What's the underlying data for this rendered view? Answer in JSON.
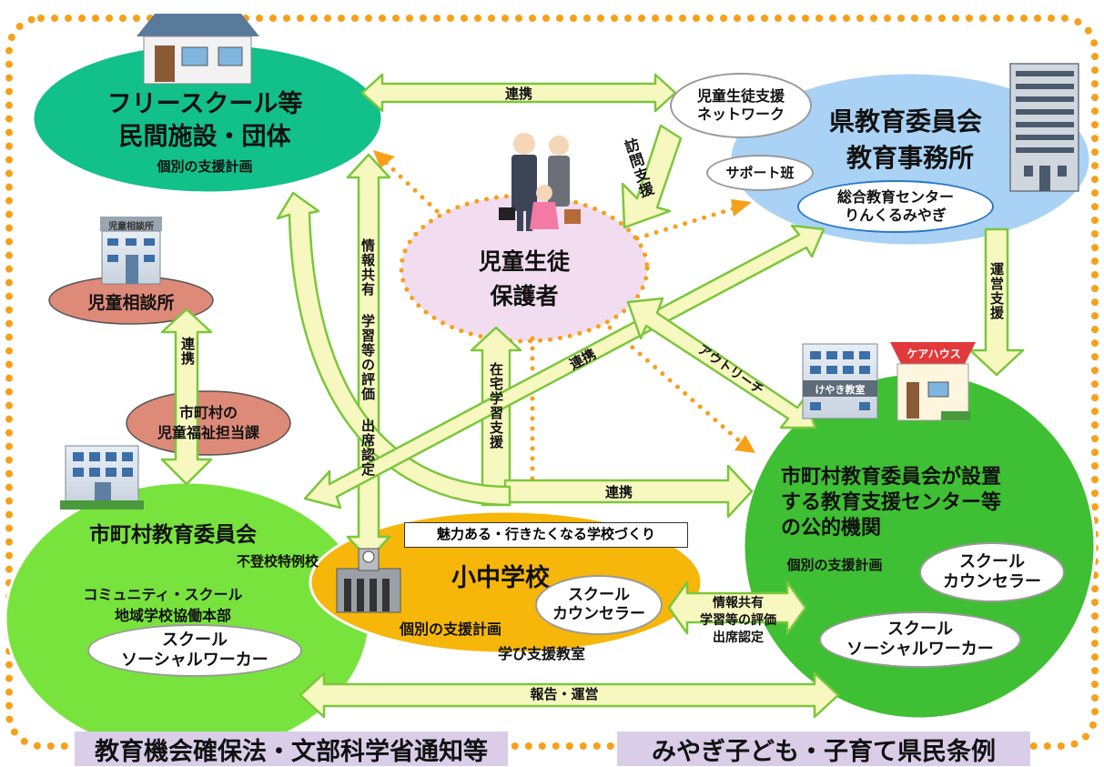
{
  "title_free_school": "フリースクール等",
  "title_free_school_2": "民間施設・団体",
  "free_school_plan": "個別の支援計画",
  "pref_board_line1": "県教育委員会",
  "pref_board_line2": "教育事務所",
  "network_line1": "児童生徒支援",
  "network_line2": "ネットワーク",
  "support_team": "サポート班",
  "edu_center_line1": "総合教育センター",
  "edu_center_line2": "りんくるみやぎ",
  "student_line1": "児童生徒",
  "student_line2": "保護者",
  "child_center": "児童相談所",
  "child_center_sign": "児童相談所",
  "welfare_line1": "市町村の",
  "welfare_line2": "児童福祉担当課",
  "city_board": "市町村教育委員会",
  "futoko_school": "不登校特例校",
  "community_school": "コミュニティ・スクール",
  "regional_hq": "地域学校協働本部",
  "ssw_left_line1": "スクール",
  "ssw_left_line2": "ソーシャルワーカー",
  "school_banner": "魅力ある・行きたくなる学校づくり",
  "school_title": "小中学校",
  "school_counselor_line1": "スクール",
  "school_counselor_line2": "カウンセラー",
  "school_plan": "個別の支援計画",
  "school_room": "学び支援教室",
  "public_line1": "市町村教育委員会が設置",
  "public_line2": "する教育支援センター等",
  "public_line3": "の公的機関",
  "public_plan": "個別の支援計画",
  "public_counselor_line1": "スクール",
  "public_counselor_line2": "カウンセラー",
  "public_ssw_line1": "スクール",
  "public_ssw_line2": "ソーシャルワーカー",
  "keyaki_sign": "けやき教室",
  "care_house_sign": "ケアハウス",
  "arrow_renkei_top": "連携",
  "arrow_houmon": "訪問支援",
  "arrow_unei": "運営支援",
  "arrow_renkei_left": "連携",
  "arrow_info_vertical": "情報共有 学習等の評価 出席認定",
  "arrow_zaitaku": "在宅学習支援",
  "arrow_renkei_diag": "連携",
  "arrow_outreach": "アウトリーチ",
  "arrow_renkei_bottom": "連携",
  "arrow_info_line1": "情報共有",
  "arrow_info_line2": "学習等の評価",
  "arrow_info_line3": "出席認定",
  "arrow_report": "報告・運営",
  "banner_left": "教育機会確保法・文部科学省通知等",
  "banner_right": "みやぎ子ども・子育て県民条例",
  "colors": {
    "free_school": "#12c08a",
    "pref_board": "#a9d2f5",
    "student": "#f1ddef",
    "child_center": "#dd8a78",
    "city_board": "#79e33e",
    "school": "#f6b60a",
    "public": "#3fbf33",
    "arrow_fill": "#f7f8c0",
    "arrow_stroke": "#7cc63c",
    "dots": "#f6a01a",
    "banner": "#d9cde8"
  }
}
